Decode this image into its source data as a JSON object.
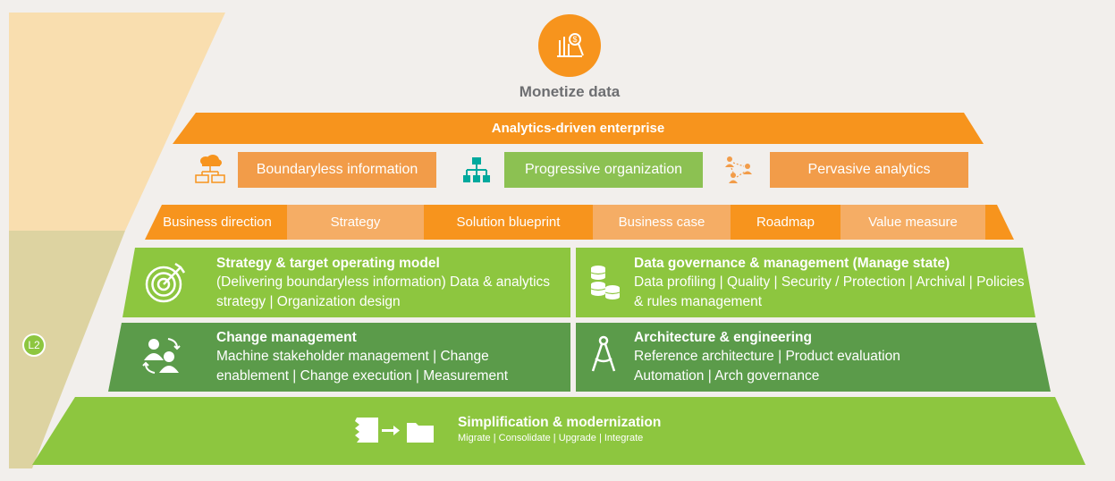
{
  "top": {
    "title": "Monetize data"
  },
  "side_badge": "L2",
  "enterprise_bar": {
    "label": "Analytics-driven enterprise"
  },
  "capabilities": [
    {
      "label": "Boundaryless information",
      "icon": "cloud-network-icon",
      "color": "#f29c49"
    },
    {
      "label": "Progressive organization",
      "icon": "org-chart-icon",
      "color": "#8cc152"
    },
    {
      "label": "Pervasive analytics",
      "icon": "people-network-icon",
      "color": "#f29c49"
    }
  ],
  "steps": [
    "Business direction",
    "Strategy",
    "Solution blueprint",
    "Business case",
    "Roadmap",
    "Value measure"
  ],
  "blocks": {
    "strategy": {
      "title": "Strategy & target operating model",
      "desc": "(Delivering boundaryless information) Data & analytics strategy | Organization design"
    },
    "governance": {
      "title": "Data governance & management (Manage state)",
      "desc": "Data profiling | Quality | Security / Protection |  Archival | Policies & rules management"
    },
    "change": {
      "title": "Change management",
      "desc": "Machine stakeholder management | Change enablement | Change execution | Measurement"
    },
    "architecture": {
      "title": "Architecture & engineering",
      "desc": "Reference architecture | Product evaluation Automation | Arch governance"
    },
    "simplification": {
      "title": "Simplification & modernization",
      "desc": "Migrate | Consolidate | Upgrade | Integrate"
    }
  },
  "colors": {
    "orange": "#f7941d",
    "light_orange": "#f5ad65",
    "green": "#8dc63f",
    "dark_green": "#5b9b4a",
    "side_top": "#f9deaf",
    "side_bottom": "#ddd3a1"
  }
}
